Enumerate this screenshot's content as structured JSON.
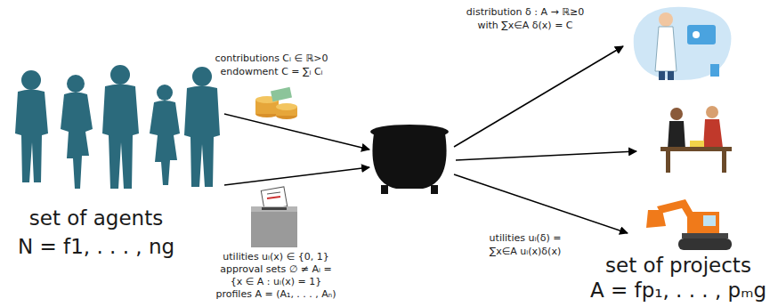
{
  "diagram": {
    "labels": [
      "contributions Cᵢ ∈ ℝ>0",
      "endowment C = ∑ᵢ Cᵢ",
      "utilities uᵢ(x) ∈ {0, 1}",
      "approval sets ∅ ≠ Aᵢ =",
      "{x ∈ A : uᵢ(x) = 1}",
      "profiles A = (A₁, . . . , Aₙ)",
      "distribution δ : A → ℝ≥0",
      "with ∑x∈A δ(x) = C",
      "utilities uᵢ(δ) =",
      "∑x∈A uᵢ(x)δ(x)",
      "set of agents",
      "N = f1, . . . , ng",
      "set of projects",
      "A = fp₁, . . . , pₘg"
    ]
  }
}
